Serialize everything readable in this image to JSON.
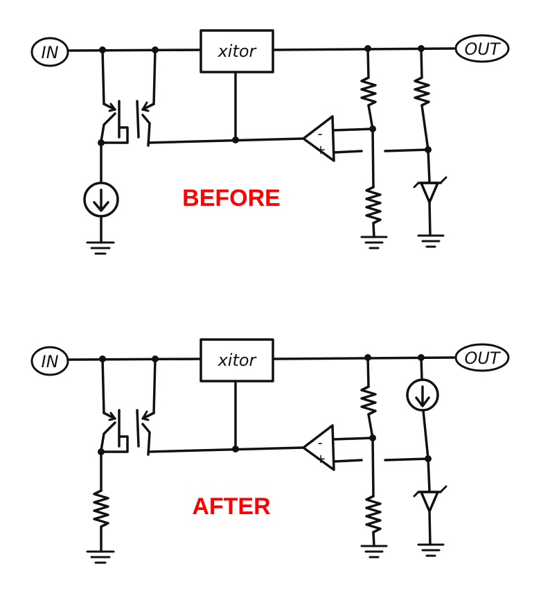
{
  "panels": [
    {
      "id": "before",
      "caption": "BEFORE",
      "input_label": "IN",
      "output_label": "OUT",
      "pass_element_label": "xitor",
      "opamp_minus": "-",
      "opamp_plus": "+",
      "left_bias_element": "current-source",
      "zener_bias_element": "resistor"
    },
    {
      "id": "after",
      "caption": "AFTER",
      "input_label": "IN",
      "output_label": "OUT",
      "pass_element_label": "xitor",
      "opamp_minus": "-",
      "opamp_plus": "+",
      "left_bias_element": "resistor",
      "zener_bias_element": "current-source"
    }
  ],
  "colors": {
    "ink": "#111111",
    "caption": "#ff0000",
    "background": "#ffffff"
  }
}
